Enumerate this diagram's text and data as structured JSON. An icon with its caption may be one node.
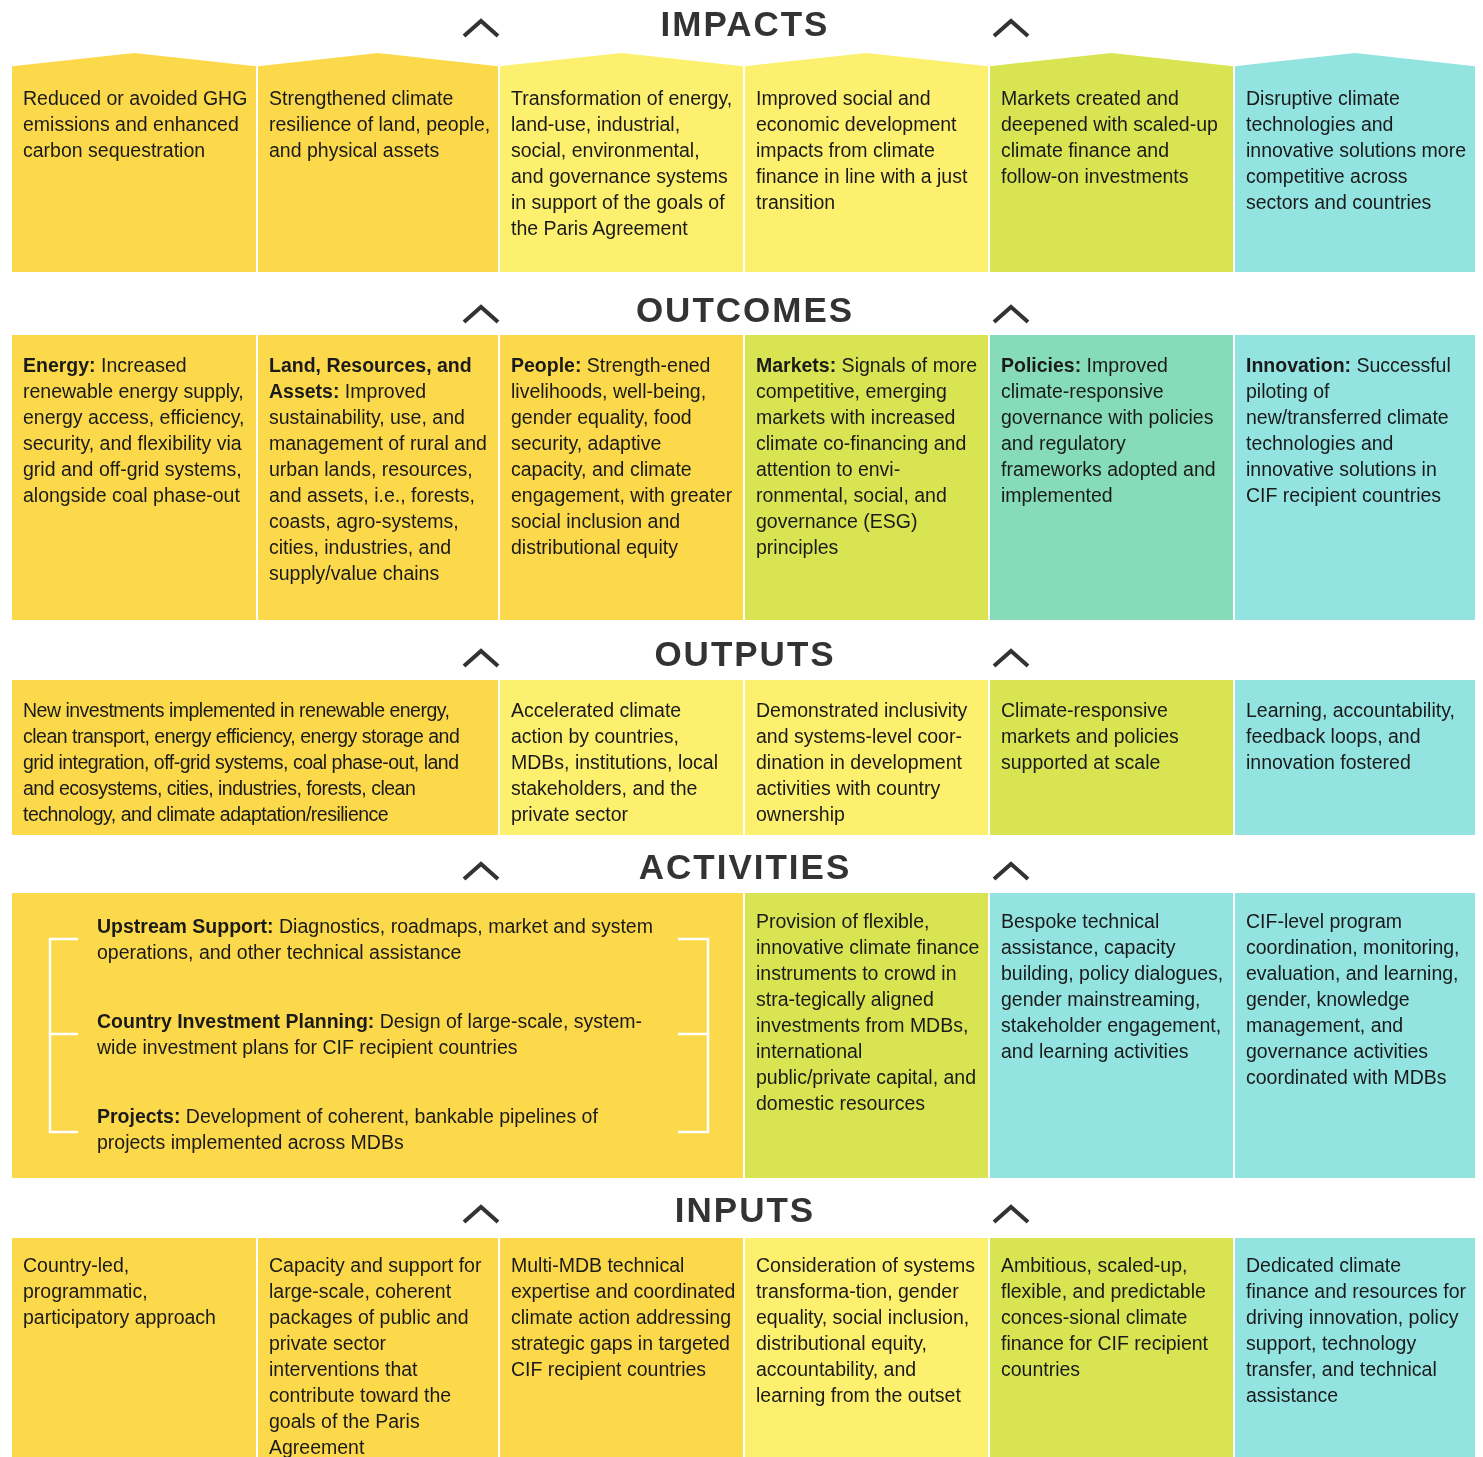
{
  "diagram": {
    "nodes": [
      {
        "text": [
          "Reduced or avoided GHG emissions and enhanced carbon sequestration"
        ]
      },
      {
        "text": [
          "Strengthened climate resilience of land, people, and physical assets"
        ]
      },
      {
        "text": [
          "Transformation of energy, land-use, industrial, social, environmental, and governance systems in support of the goals of the Paris Agreement"
        ]
      },
      {
        "text": [
          "Improved social and economic development impacts from climate finance in line with a just transition"
        ]
      },
      {
        "text": [
          "Markets created and deepened with scaled-up climate finance and follow-on investments"
        ]
      },
      {
        "text": [
          "Disruptive climate technologies and innovative solutions more competitive across sectors and countries"
        ]
      },
      {
        "text": [
          "**Energy:** Increased renewable energy supply, energy access, efficiency, security, and flexibility via grid and off-grid systems, alongside coal phase-out"
        ]
      },
      {
        "text": [
          "**Land, Resources, and Assets:** Improved sustainability, use, and management of rural and urban lands, resources, and assets, i.e., forests, coasts, agro-systems, cities, industries, and supply/value chains"
        ]
      },
      {
        "text": [
          "**People:** Strength-ened livelihoods, well-being, gender equality, food security, adaptive capacity, and climate engagement, with greater social inclusion and distributional equity"
        ]
      },
      {
        "text": [
          "**Markets:** Signals of more competitive, emerging markets with increased climate co-financing and attention to envi-ronmental, social, and governance (ESG) principles"
        ]
      },
      {
        "text": [
          "**Policies:** Improved climate-responsive governance with policies and regulatory frameworks adopted and implemented"
        ]
      },
      {
        "text": [
          "**Innovation:** Successful piloting of new/transferred climate technologies and innovative solutions in CIF recipient countries"
        ]
      },
      {
        "text": [
          "New investments implemented in renewable energy, clean transport, energy efficiency, energy storage and grid integration, off-grid systems, coal phase-out, land and ecosystems, cities, industries, forests, clean technology, and climate adaptation/resilience"
        ]
      },
      {
        "text": [
          "Accelerated climate action by countries, MDBs, institutions, local stakeholders, and the private sector"
        ]
      },
      {
        "text": [
          "Demonstrated inclusivity and systems-level coor-dination in development activities with country ownership"
        ]
      },
      {
        "text": [
          "Climate-responsive markets and policies supported at scale"
        ]
      },
      {
        "text": [
          "Learning, accountability, feedback loops, and innovation fostered"
        ]
      },
      {
        "text": [
          "**Upstream Support:** Diagnostics, roadmaps, market and system operations, and other technical assistance",
          "**Country Investment Planning:** Design of large-scale, system-wide investment plans for CIF recipient countries",
          "**Projects:** Development of coherent, bankable pipelines of projects implemented across MDBs"
        ]
      },
      {
        "text": [
          "Provision of flexible, innovative climate finance instruments to crowd in stra-tegically aligned investments from MDBs, international public/private capital, and domestic resources"
        ]
      },
      {
        "text": [
          "Bespoke technical assistance, capacity building, policy dialogues, gender mainstreaming, stakeholder engagement, and learning activities"
        ]
      },
      {
        "text": [
          "CIF-level program coordination, monitoring, evaluation, and learning, gender, knowledge management, and governance activities coordinated with MDBs"
        ]
      },
      {
        "text": [
          "Country-led, programmatic, participatory approach"
        ]
      },
      {
        "text": [
          "Capacity and support for large-scale, coherent packages of public and private sector interventions that contribute toward the goals of the Paris Agreement"
        ]
      },
      {
        "text": [
          "Multi-MDB technical expertise and coordinated climate action addressing strategic gaps in targeted CIF recipient countries"
        ]
      },
      {
        "text": [
          "Consideration of systems transforma-tion, gender equality, social inclusion, distributional equity, accountability, and learning from the outset"
        ]
      },
      {
        "text": [
          "Ambitious, scaled-up, flexible, and predictable conces-sional climate finance for CIF recipient countries"
        ]
      },
      {
        "text": [
          "Dedicated climate finance and resources for driving innovation, policy support, technology transfer, and technical assistance"
        ]
      }
    ],
    "labels": [
      "IMPACTS",
      "OUTCOMES",
      "OUTPUTS",
      "ACTIVITIES",
      "INPUTS"
    ]
  }
}
